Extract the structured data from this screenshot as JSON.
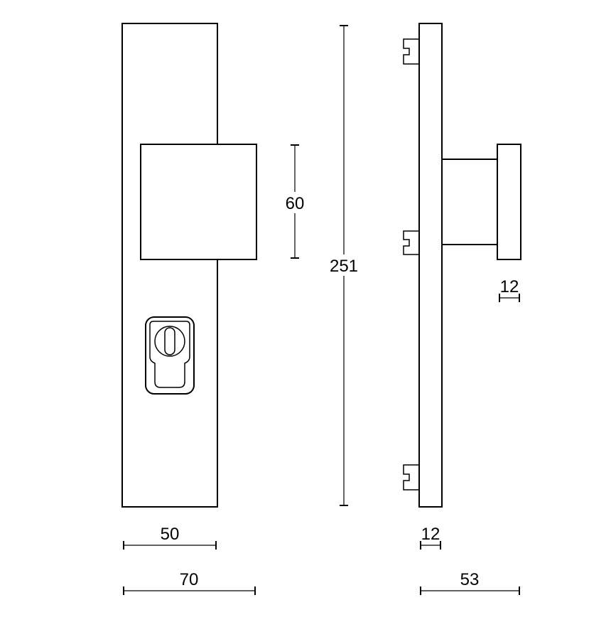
{
  "dimensions": {
    "plate_width": "50",
    "overall_width": "70",
    "knob_height": "60",
    "overall_height": "251",
    "side_plate_thickness": "12",
    "overall_depth": "53",
    "knob_thickness": "12"
  },
  "colors": {
    "line": "#000000",
    "background": "#ffffff"
  }
}
